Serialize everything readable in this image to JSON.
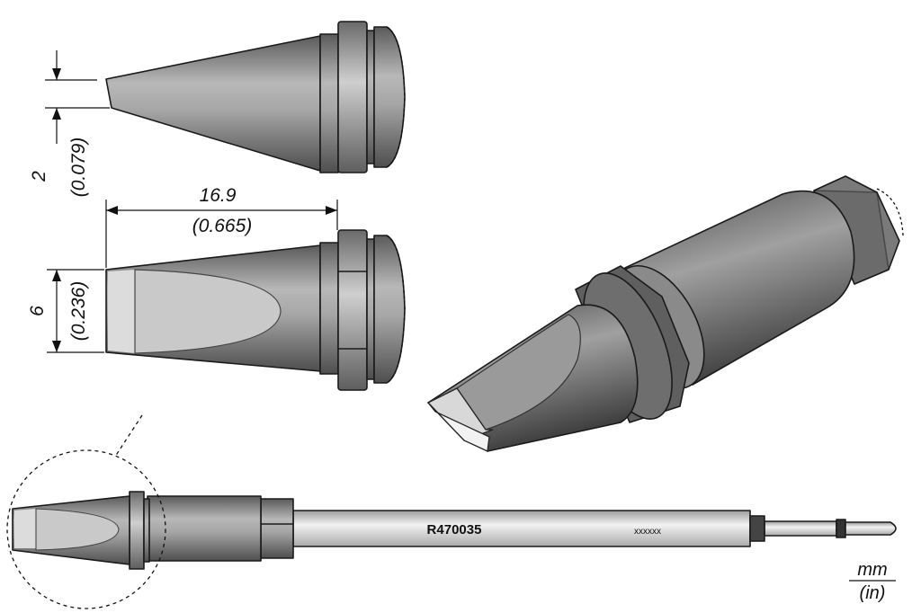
{
  "dimensions": {
    "tip_thickness_mm": "2",
    "tip_thickness_in": "(0.079)",
    "length_mm": "16.9",
    "length_in": "(0.665)",
    "tip_width_mm": "6",
    "tip_width_in": "(0.236)"
  },
  "part": {
    "number": "R470035",
    "code": "xxxxxx"
  },
  "units": {
    "primary": "mm",
    "secondary": "(in)"
  },
  "colors": {
    "metal_dark": "#6b6b6b",
    "metal_mid": "#9a9a9a",
    "metal_light": "#d4d4d4",
    "tip_face": "#cfcfcf"
  }
}
